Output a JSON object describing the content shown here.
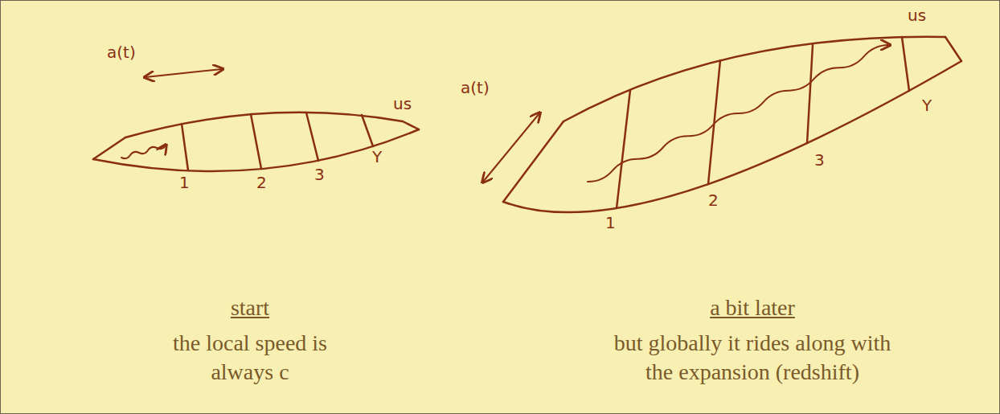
{
  "diagram": {
    "labels": [
      "a(t)",
      "us",
      "1",
      "2",
      "3",
      "Y",
      "start",
      "the local speed is always c",
      "a(t)",
      "us",
      "1",
      "2",
      "3",
      "Y",
      "a bit later",
      "but globally it rides along with the expansion (redshift)"
    ]
  }
}
